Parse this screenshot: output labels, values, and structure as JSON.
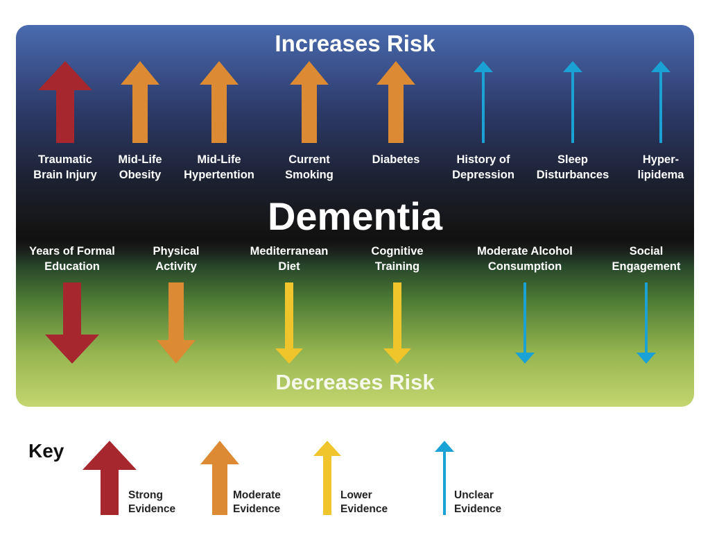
{
  "header": {
    "top": "Increases Risk",
    "center": "Dementia",
    "bottom": "Decreases Risk"
  },
  "increases": [
    {
      "label": "Traumatic\nBrain Injury",
      "evidence": "strong",
      "icon": "up-arrow-icon"
    },
    {
      "label": "Mid-Life\nObesity",
      "evidence": "moderate",
      "icon": "up-arrow-icon"
    },
    {
      "label": "Mid-Life\nHypertention",
      "evidence": "moderate",
      "icon": "up-arrow-icon"
    },
    {
      "label": "Current\nSmoking",
      "evidence": "moderate",
      "icon": "up-arrow-icon"
    },
    {
      "label": "Diabetes",
      "evidence": "moderate",
      "icon": "up-arrow-icon"
    },
    {
      "label": "History of\nDepression",
      "evidence": "unclear",
      "icon": "up-arrow-icon"
    },
    {
      "label": "Sleep\nDisturbances",
      "evidence": "unclear",
      "icon": "up-arrow-icon"
    },
    {
      "label": "Hyper-\nlipidema",
      "evidence": "unclear",
      "icon": "up-arrow-icon"
    }
  ],
  "decreases": [
    {
      "label": "Years of Formal\nEducation",
      "evidence": "strong",
      "icon": "down-arrow-icon"
    },
    {
      "label": "Physical\nActivity",
      "evidence": "moderate",
      "icon": "down-arrow-icon"
    },
    {
      "label": "Mediterranean\nDiet",
      "evidence": "lower",
      "icon": "down-arrow-icon"
    },
    {
      "label": "Cognitive\nTraining",
      "evidence": "lower",
      "icon": "down-arrow-icon"
    },
    {
      "label": "Moderate Alcohol\nConsumption",
      "evidence": "unclear",
      "icon": "down-arrow-icon"
    },
    {
      "label": "Social\nEngagement",
      "evidence": "unclear",
      "icon": "down-arrow-icon"
    }
  ],
  "key": {
    "title": "Key",
    "items": [
      {
        "label": "Strong\nEvidence",
        "evidence": "strong"
      },
      {
        "label": "Moderate\nEvidence",
        "evidence": "moderate"
      },
      {
        "label": "Lower\nEvidence",
        "evidence": "lower"
      },
      {
        "label": "Unclear\nEvidence",
        "evidence": "unclear"
      }
    ]
  },
  "colors": {
    "strong": "#a6272e",
    "moderate": "#dc8a33",
    "lower": "#f0c52c",
    "unclear": "#1aa2d5"
  }
}
